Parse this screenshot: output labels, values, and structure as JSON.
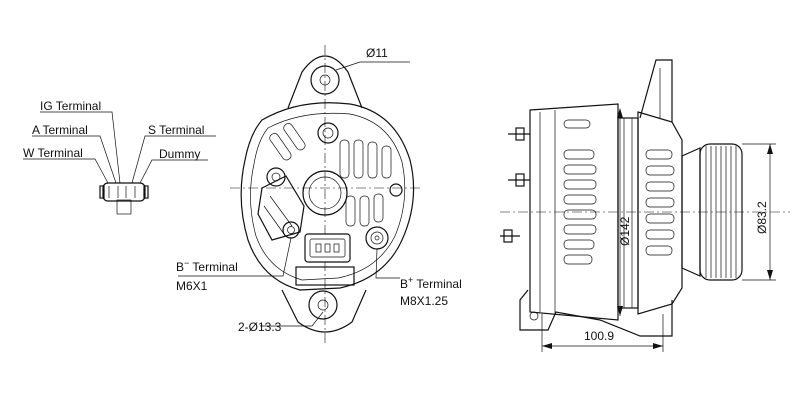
{
  "labels": {
    "ig_terminal": "IG Terminal",
    "a_terminal": "A Terminal",
    "w_terminal": "W Terminal",
    "s_terminal": "S Terminal",
    "dummy": "Dummy",
    "b_minus_prefix": "B",
    "b_minus_sup": "−",
    "b_minus_suffix": " Terminal",
    "b_minus_thread": "M6X1",
    "b_plus_prefix": "B",
    "b_plus_sup": "+",
    "b_plus_suffix": " Terminal",
    "b_plus_thread": "M8X1.25"
  },
  "dimensions": {
    "top_hole": "Ø11",
    "bottom_holes": "2-Ø13.3",
    "body_diameter": "Ø142",
    "pulley_diameter": "Ø83.2",
    "length": "100.9"
  },
  "colors": {
    "line": "#111111",
    "background": "#ffffff"
  }
}
